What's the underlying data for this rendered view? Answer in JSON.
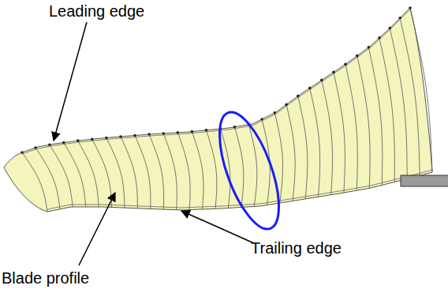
{
  "diagram": {
    "labels": [
      "Leading edge",
      "Blade profile",
      "Trailing edge"
    ]
  }
}
